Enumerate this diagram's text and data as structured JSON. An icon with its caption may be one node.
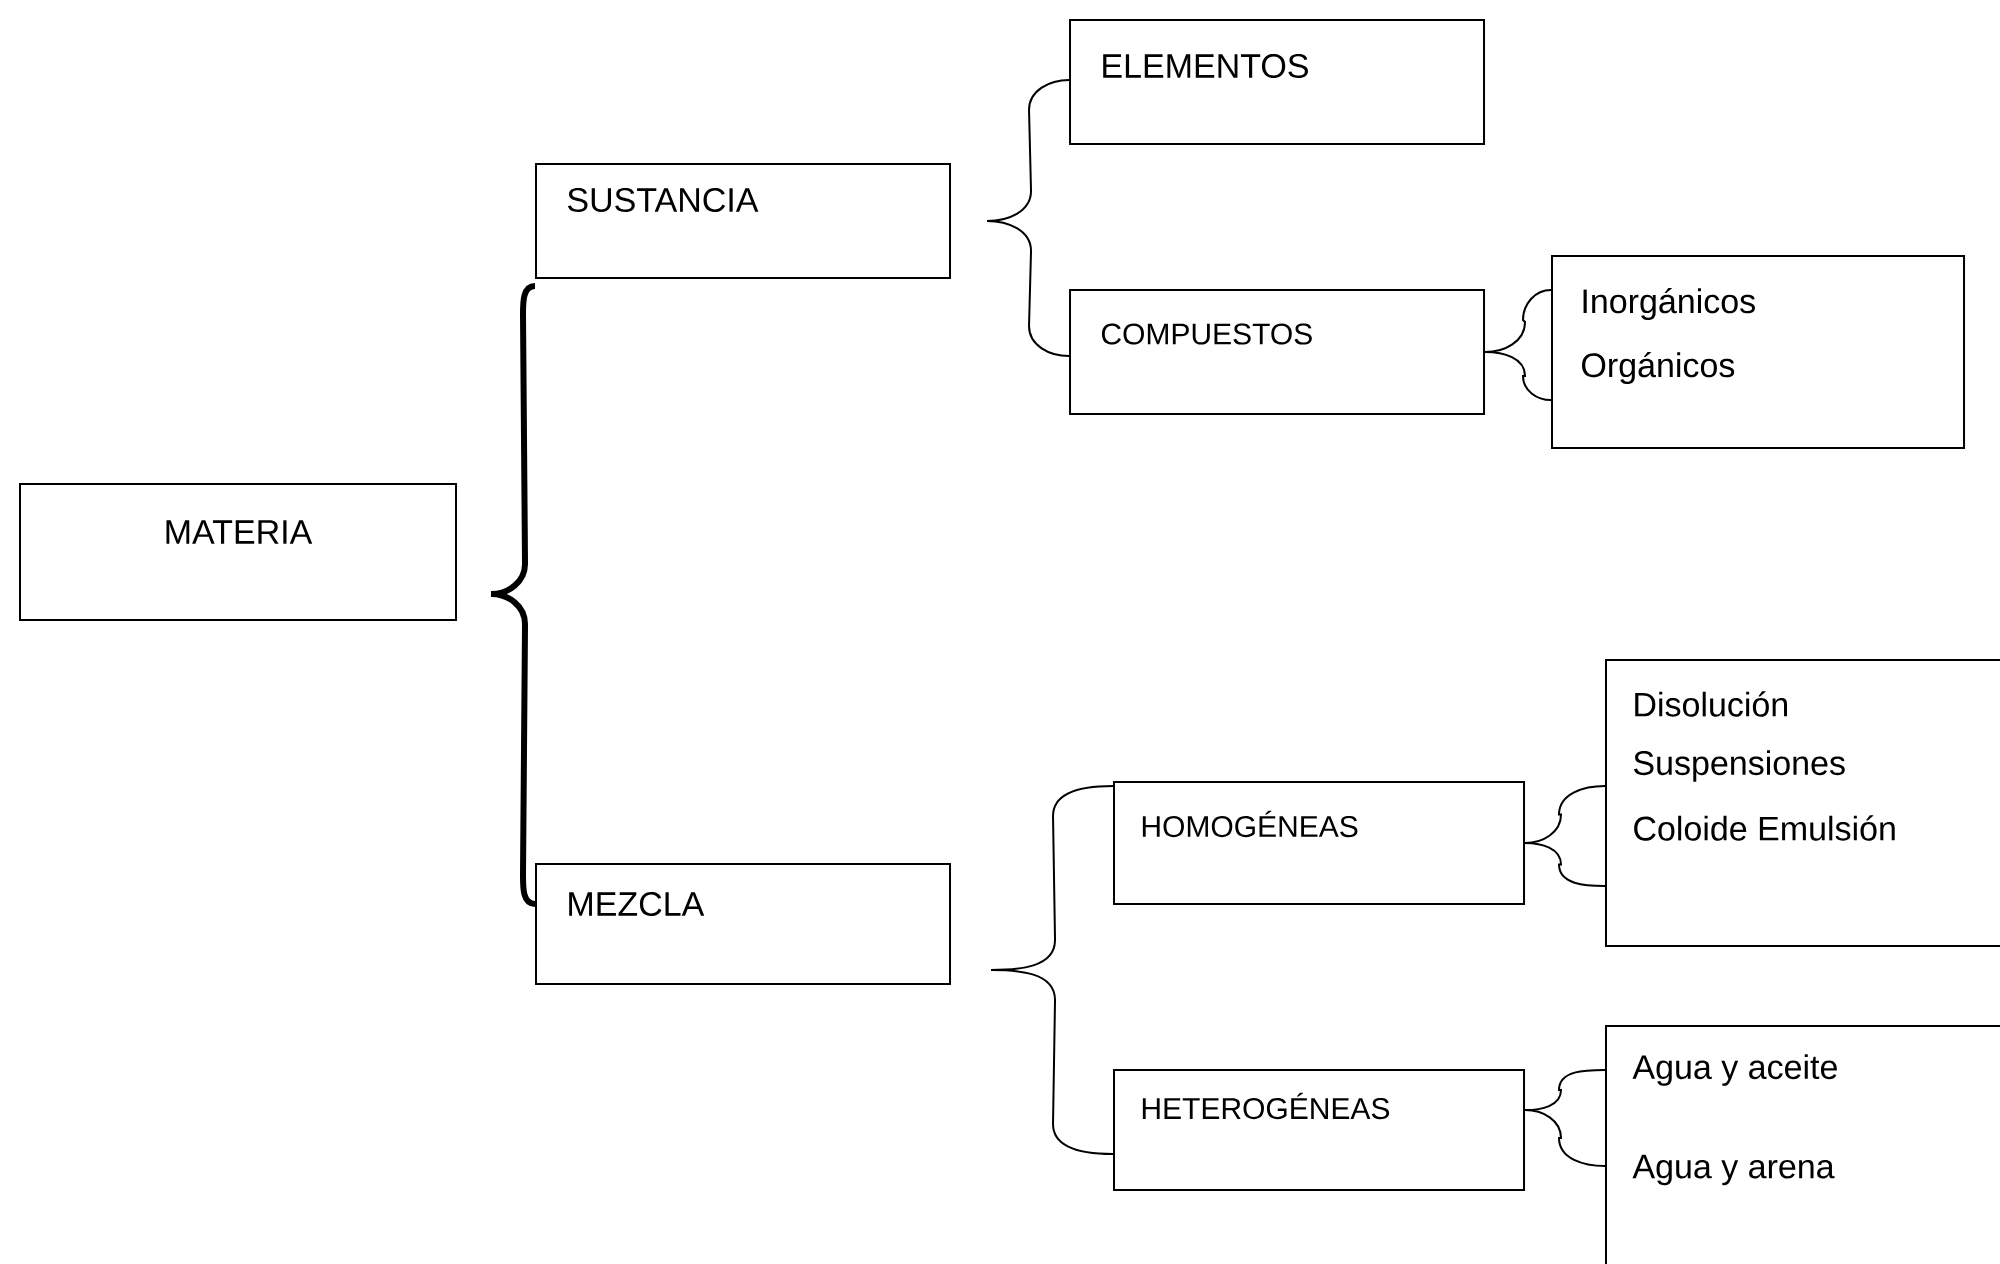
{
  "diagram": {
    "nodes": [
      {
        "text": [
          "MATERIA"
        ]
      },
      {
        "text": [
          "SUSTANCIA"
        ]
      },
      {
        "text": [
          "ELEMENTOS"
        ]
      },
      {
        "text": [
          "COMPUESTOS"
        ]
      },
      {
        "text": [
          "Inorgánicos",
          "Orgánicos"
        ]
      },
      {
        "text": [
          "MEZCLA"
        ]
      },
      {
        "text": [
          "HOMOGÉNEAS"
        ]
      },
      {
        "text": [
          "Disolución",
          "Suspensiones",
          "Coloide Emulsión"
        ]
      },
      {
        "text": [
          "HETEROGÉNEAS"
        ]
      },
      {
        "text": [
          "Agua y aceite",
          "Agua y arena"
        ]
      }
    ],
    "edges": [
      {
        "from": 0,
        "to": 1,
        "arrow": "none",
        "style": "thick"
      },
      {
        "from": 0,
        "to": 5,
        "arrow": "none",
        "style": "thick"
      },
      {
        "from": 1,
        "to": 2,
        "arrow": "none"
      },
      {
        "from": 1,
        "to": 3,
        "arrow": "none"
      },
      {
        "from": 3,
        "to": 4,
        "arrow": "none"
      },
      {
        "from": 5,
        "to": 6,
        "arrow": "none"
      },
      {
        "from": 5,
        "to": 8,
        "arrow": "none"
      },
      {
        "from": 6,
        "to": 7,
        "arrow": "none"
      },
      {
        "from": 8,
        "to": 9,
        "arrow": "none"
      }
    ]
  }
}
